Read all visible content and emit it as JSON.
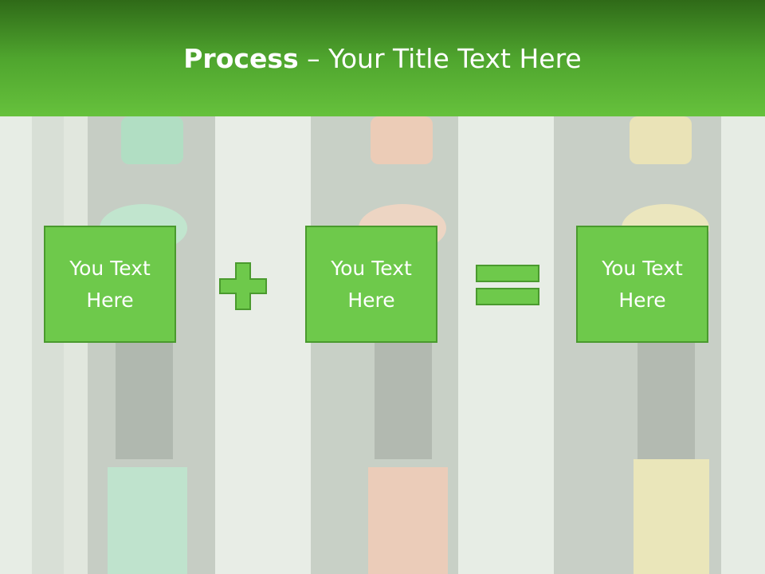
{
  "header": {
    "title_bold": "Process",
    "title_rest": " – Your Title Text Here"
  },
  "boxes": [
    {
      "label": "You Text Here"
    },
    {
      "label": "You Text Here"
    },
    {
      "label": "You Text Here"
    }
  ],
  "operators": [
    "plus-icon",
    "equals-icon"
  ],
  "background": {
    "subject": "fuel-nozzles-photo",
    "nozzle_colors": [
      "#4db88a",
      "#ee8a5e",
      "#e8c94a"
    ]
  },
  "colors": {
    "header_dark": "#2f6a18",
    "header_light": "#66c13c",
    "box_fill": "#6ec94b",
    "box_border": "#4a9a2e"
  }
}
